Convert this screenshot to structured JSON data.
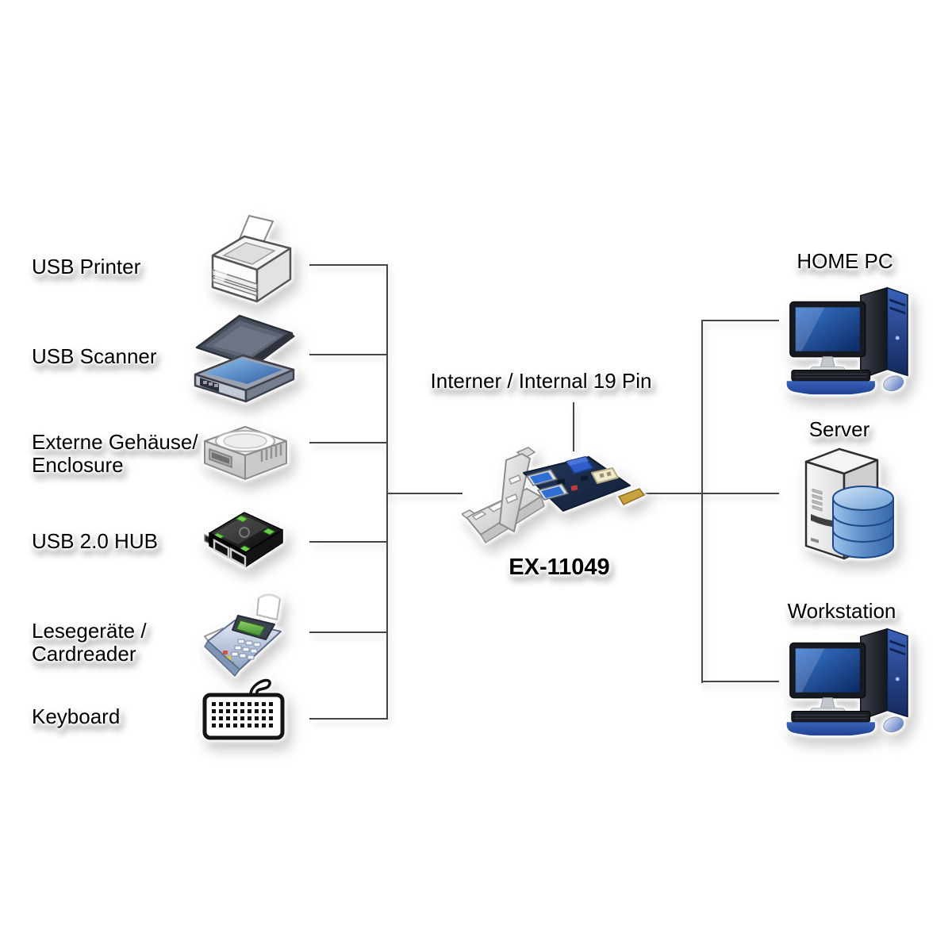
{
  "diagram": {
    "background_color": "#ffffff",
    "line_color": "#454545",
    "text_color": "#000000",
    "accent_blue": "#2f6fd4"
  },
  "devices": [
    {
      "id": "usb-printer",
      "icon": "printer-icon",
      "lines": [
        "USB Printer"
      ]
    },
    {
      "id": "usb-scanner",
      "icon": "scanner-icon",
      "lines": [
        "USB Scanner"
      ]
    },
    {
      "id": "external-enclosure",
      "icon": "hdd-enclosure-icon",
      "lines": [
        "Externe Gehäuse/",
        "Enclosure"
      ]
    },
    {
      "id": "usb2-hub",
      "icon": "usb-hub-icon",
      "lines": [
        "USB 2.0 HUB"
      ]
    },
    {
      "id": "cardreader",
      "icon": "cardreader-icon",
      "lines": [
        "Lesegeräte /",
        "Cardreader"
      ]
    },
    {
      "id": "keyboard",
      "icon": "keyboard-icon",
      "lines": [
        "Keyboard"
      ]
    }
  ],
  "center": {
    "connector_label": "Interner / Internal 19 Pin",
    "product_code": "EX-11049",
    "icon": "pcie-usb3-card-image"
  },
  "hosts": [
    {
      "id": "home-pc",
      "icon": "desktop-pc-icon",
      "label": "HOME PC"
    },
    {
      "id": "server",
      "icon": "server-icon",
      "label": "Server"
    },
    {
      "id": "workstation",
      "icon": "desktop-pc-icon",
      "label": "Workstation"
    }
  ]
}
